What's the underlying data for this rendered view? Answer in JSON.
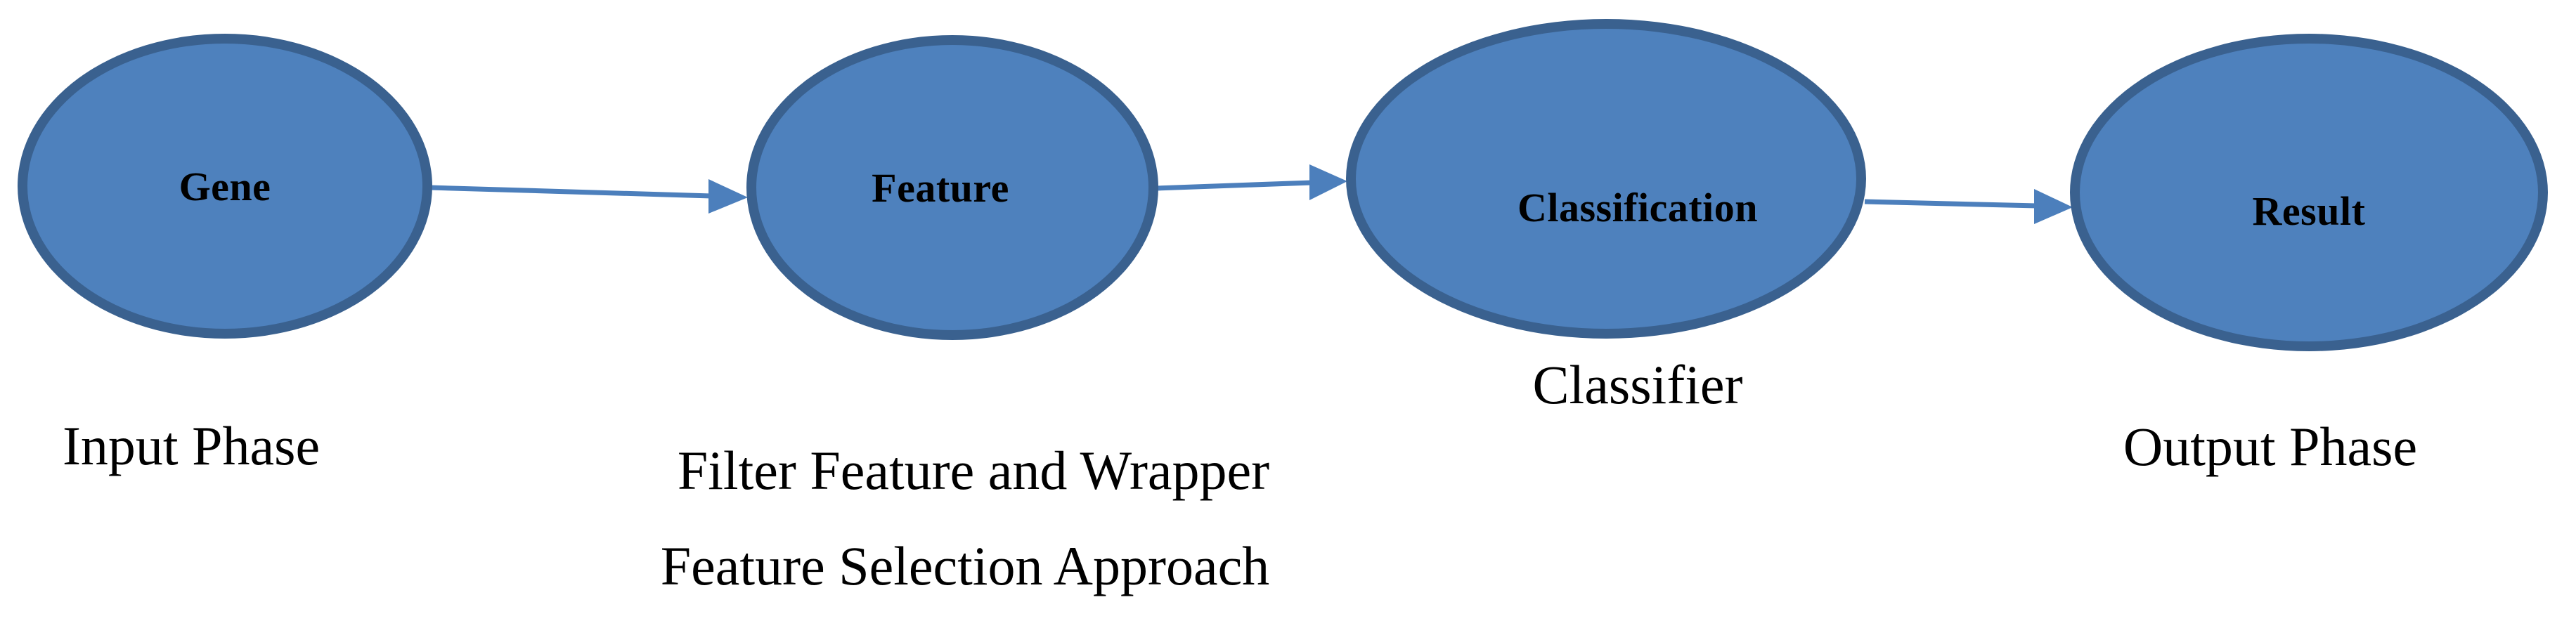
{
  "diagram": {
    "background": "#ffffff",
    "colors": {
      "node_fill": "#4e81bd",
      "node_border": "#3a618f",
      "arrow": "#4c7fbc",
      "label_text": "#000000",
      "caption_text": "#000000"
    },
    "nodes": [
      {
        "id": "gene",
        "label": "Gene",
        "caption": "Input Phase"
      },
      {
        "id": "feature",
        "label": "Feature",
        "caption_line1": "Filter Feature and Wrapper",
        "caption_line2": "Feature Selection Approach"
      },
      {
        "id": "classification",
        "label": "Classification",
        "caption": "Classifier"
      },
      {
        "id": "result",
        "label": "Result",
        "caption": "Output Phase"
      }
    ],
    "arrows": [
      {
        "from": "Gene",
        "to": "Feature"
      },
      {
        "from": "Feature",
        "to": "Classification"
      },
      {
        "from": "Classification",
        "to": "Result"
      }
    ]
  }
}
